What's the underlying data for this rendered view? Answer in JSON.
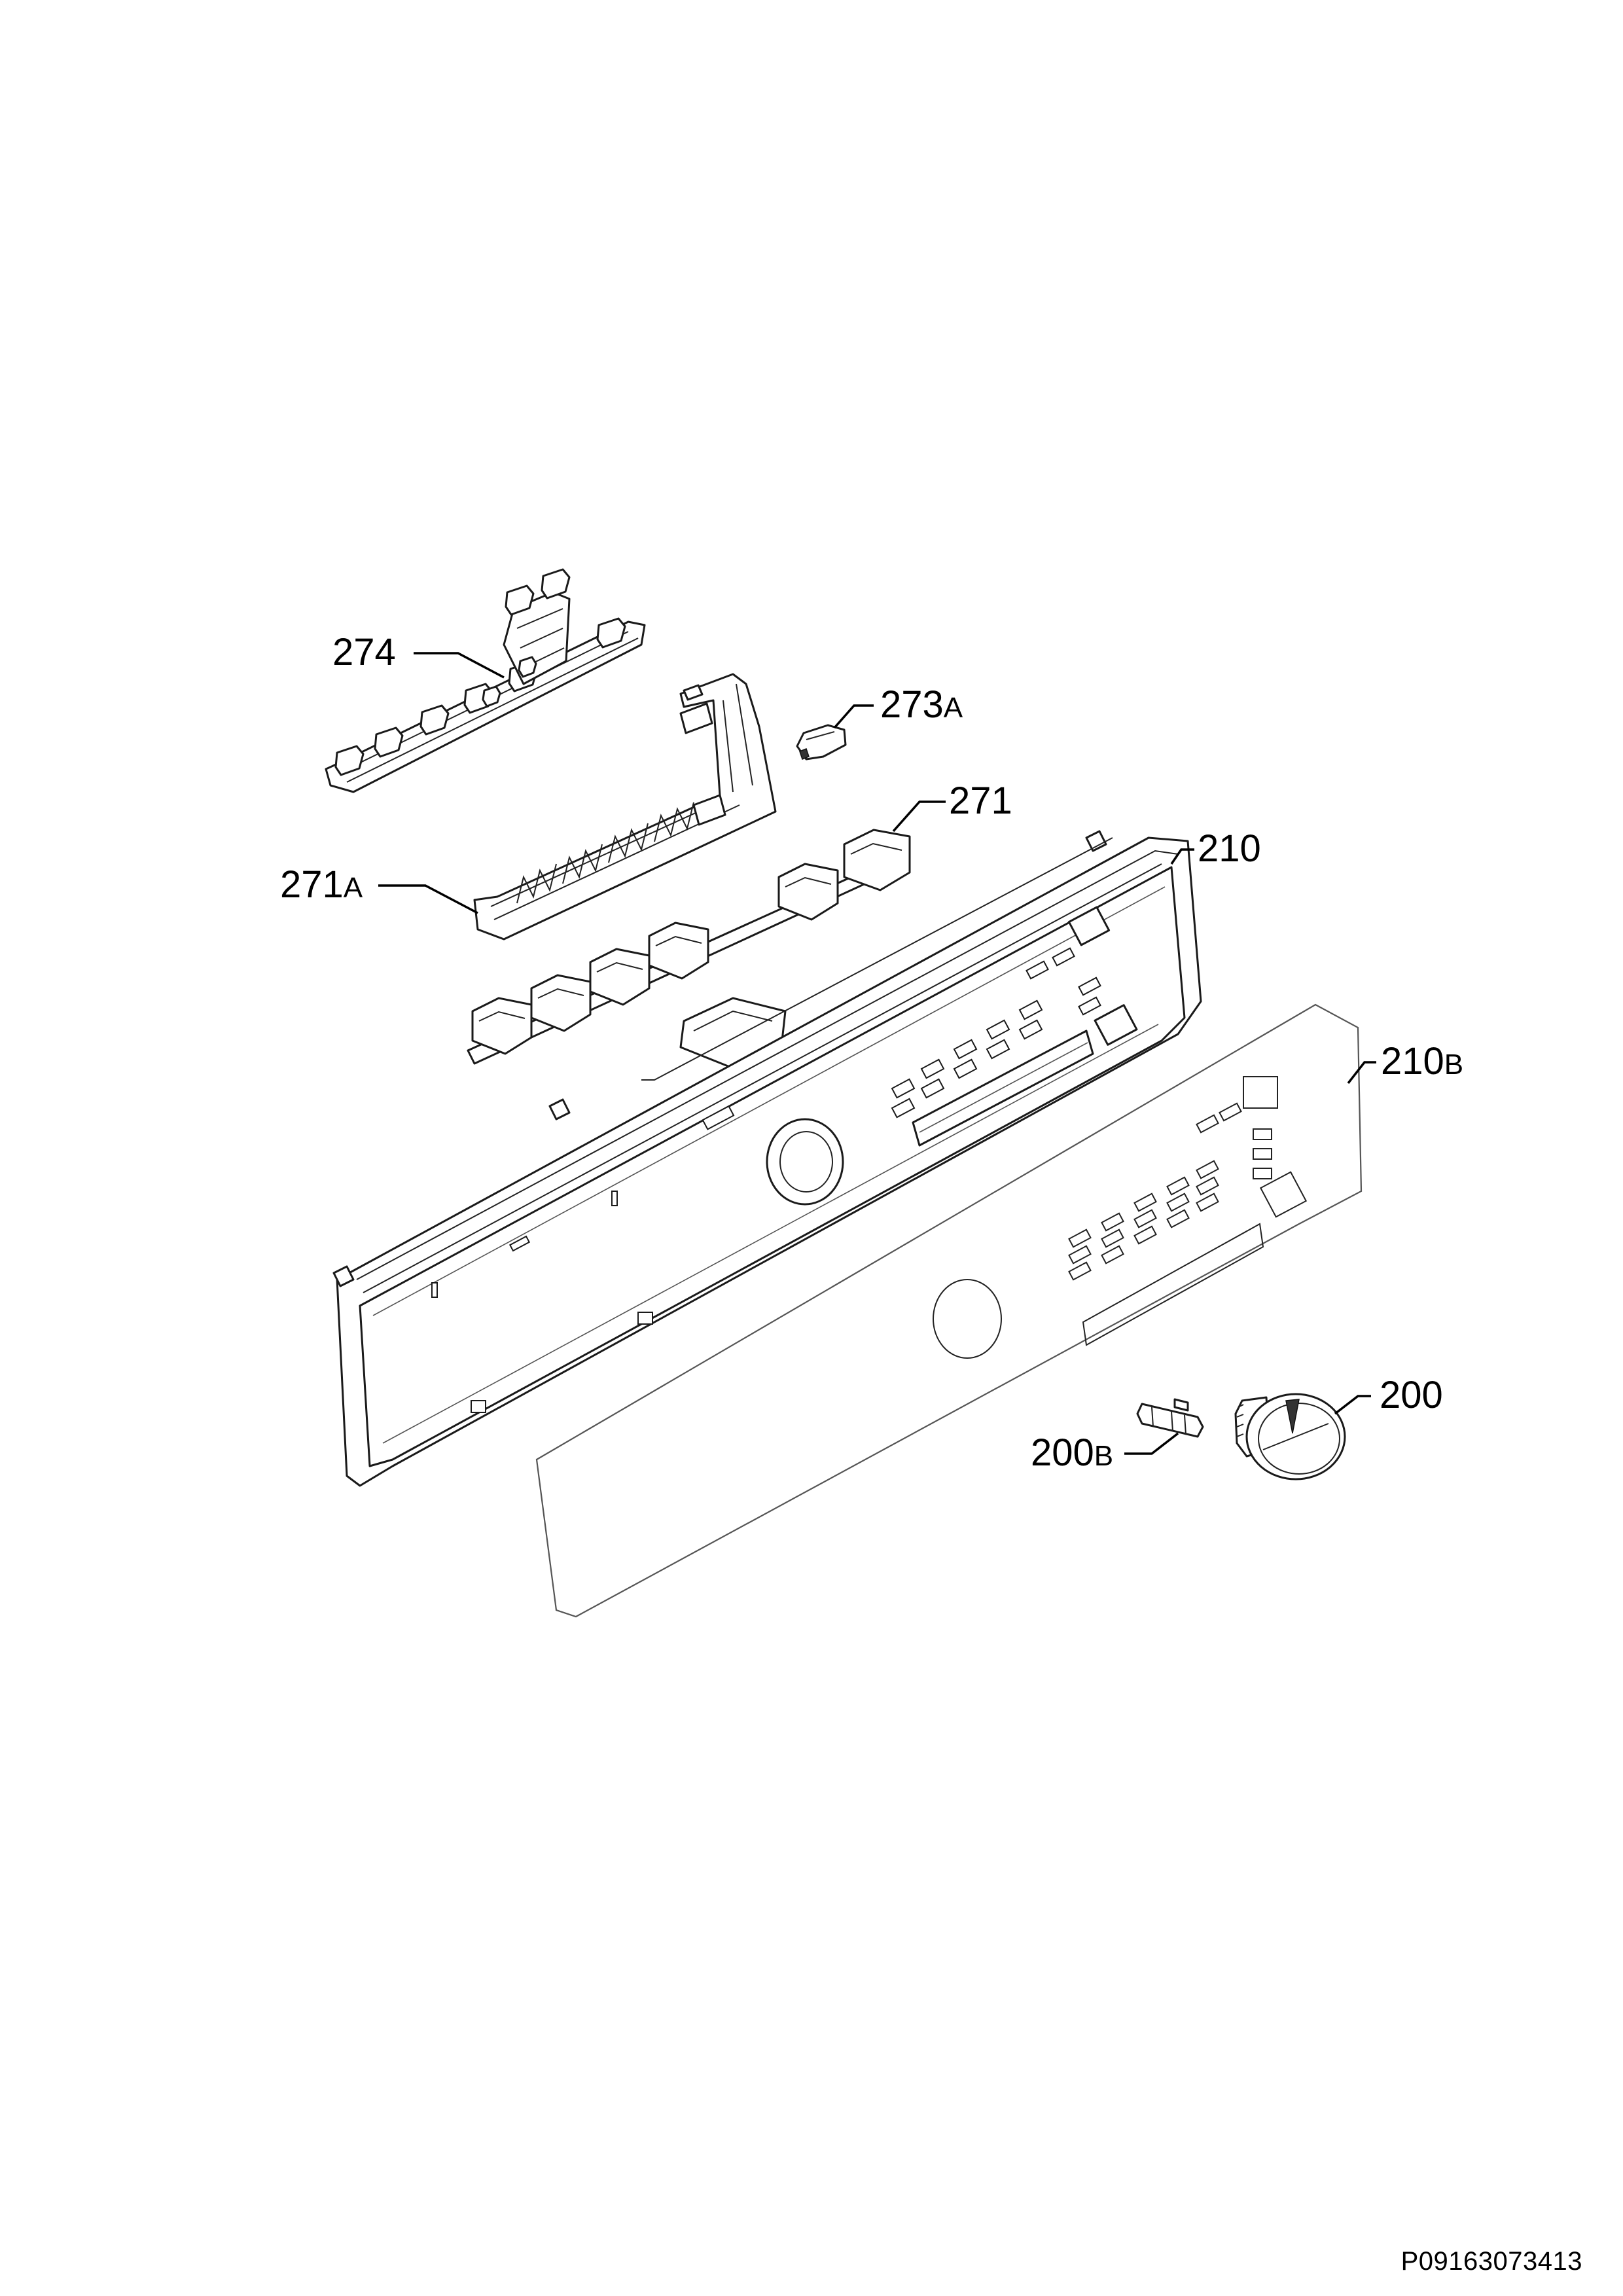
{
  "drawing_code": "P09163073413",
  "parts": [
    {
      "id": "274",
      "number": "274",
      "suffix": ""
    },
    {
      "id": "273A",
      "number": "273",
      "suffix": "A"
    },
    {
      "id": "271",
      "number": "271",
      "suffix": ""
    },
    {
      "id": "271A",
      "number": "271",
      "suffix": "A"
    },
    {
      "id": "210",
      "number": "210",
      "suffix": ""
    },
    {
      "id": "210B",
      "number": "210",
      "suffix": "B"
    },
    {
      "id": "200",
      "number": "200",
      "suffix": ""
    },
    {
      "id": "200B",
      "number": "200",
      "suffix": "B"
    }
  ]
}
